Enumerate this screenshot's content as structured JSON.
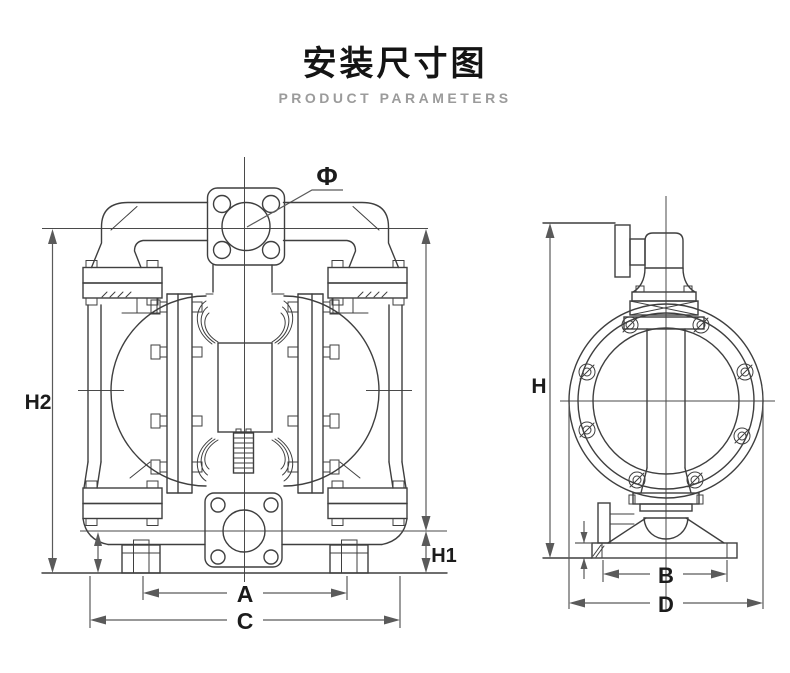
{
  "header": {
    "title": "安装尺寸图",
    "subtitle": "PRODUCT PARAMETERS"
  },
  "front_view": {
    "dims": {
      "phi": "Φ",
      "h2": "H2",
      "h1": "H1",
      "a": "A",
      "c": "C"
    }
  },
  "side_view": {
    "dims": {
      "h": "H",
      "b": "B",
      "d": "D"
    }
  },
  "colors": {
    "background": "#ffffff",
    "drawing_line": "#3f3f3f",
    "dimension_line": "#5a5a5a",
    "label_text": "#1c1c1c",
    "subtitle_text": "#9b9b9b"
  }
}
